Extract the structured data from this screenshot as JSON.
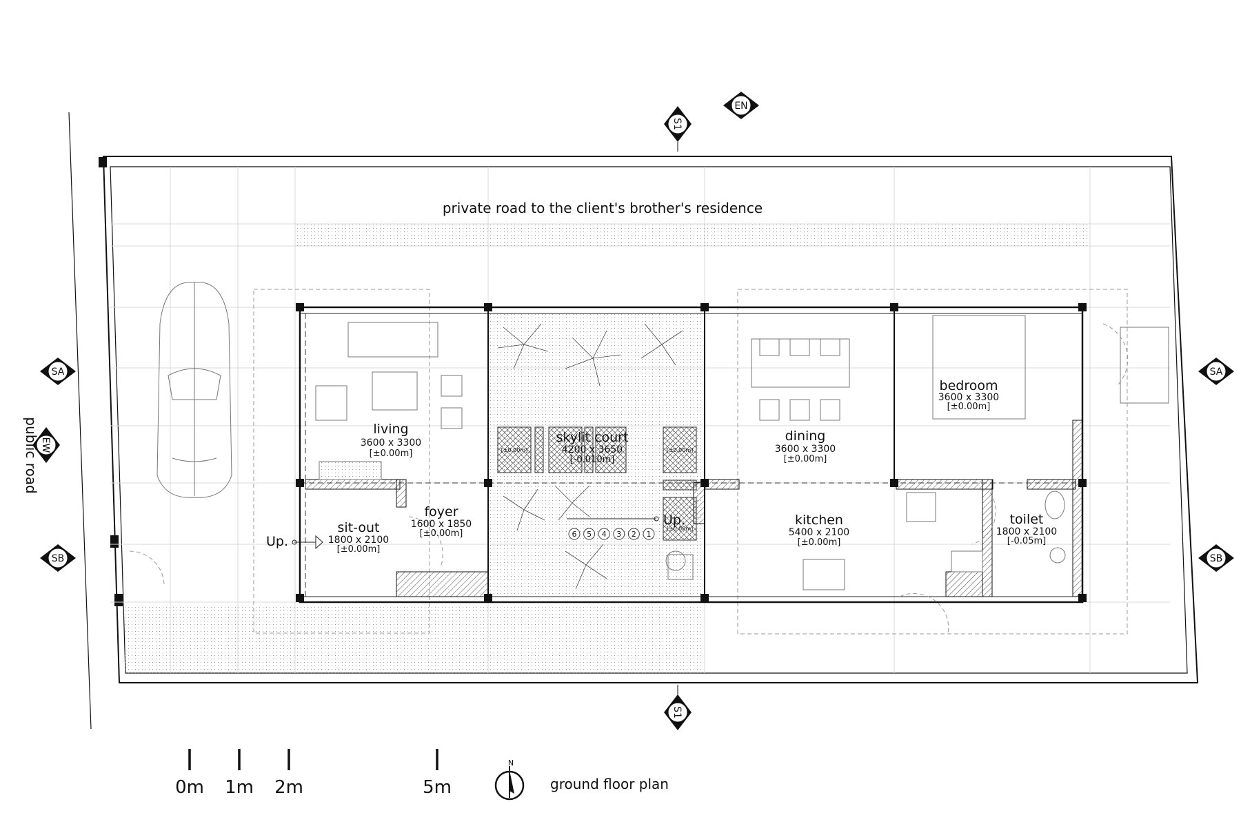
{
  "title": "ground floor plan",
  "site": {
    "private_road_label": "private road to the client's brother's residence",
    "public_road_label": "public road"
  },
  "rooms": [
    {
      "name": "living",
      "dims": "3600 x 3300",
      "level": "[±0.00m]"
    },
    {
      "name": "skylit court",
      "dims": "4200 x 3650",
      "level": "[-0.010m]"
    },
    {
      "name": "dining",
      "dims": "3600 x 3300",
      "level": "[±0.00m]"
    },
    {
      "name": "bedroom",
      "dims": "3600 x 3300",
      "level": "[±0.00m]"
    },
    {
      "name": "kitchen",
      "dims": "5400 x 2100",
      "level": "[±0.00m]"
    },
    {
      "name": "toilet",
      "dims": "1800 x 2100",
      "level": "[-0.05m]"
    },
    {
      "name": "foyer",
      "dims": "1600 x 1850",
      "level": "[±0.00m]"
    },
    {
      "name": "sit-out",
      "dims": "1800 x 2100",
      "level": "[±0.00m]"
    }
  ],
  "court_small_levels": [
    "[±0.00m]",
    "[±0.00m]",
    "[±0.00m]"
  ],
  "up_labels": {
    "sitout": "Up.",
    "court": "Up."
  },
  "steps": [
    "6",
    "5",
    "4",
    "3",
    "2",
    "1"
  ],
  "section_markers": {
    "s1_top": "S1",
    "s1_bottom": "S1",
    "en": "EN",
    "ew": "EW",
    "sa_left": "SA",
    "sa_right": "SA",
    "sb_left": "SB",
    "sb_right": "SB"
  },
  "scale_bar": [
    "0m",
    "1m",
    "2m",
    "5m"
  ],
  "north_label": "N"
}
